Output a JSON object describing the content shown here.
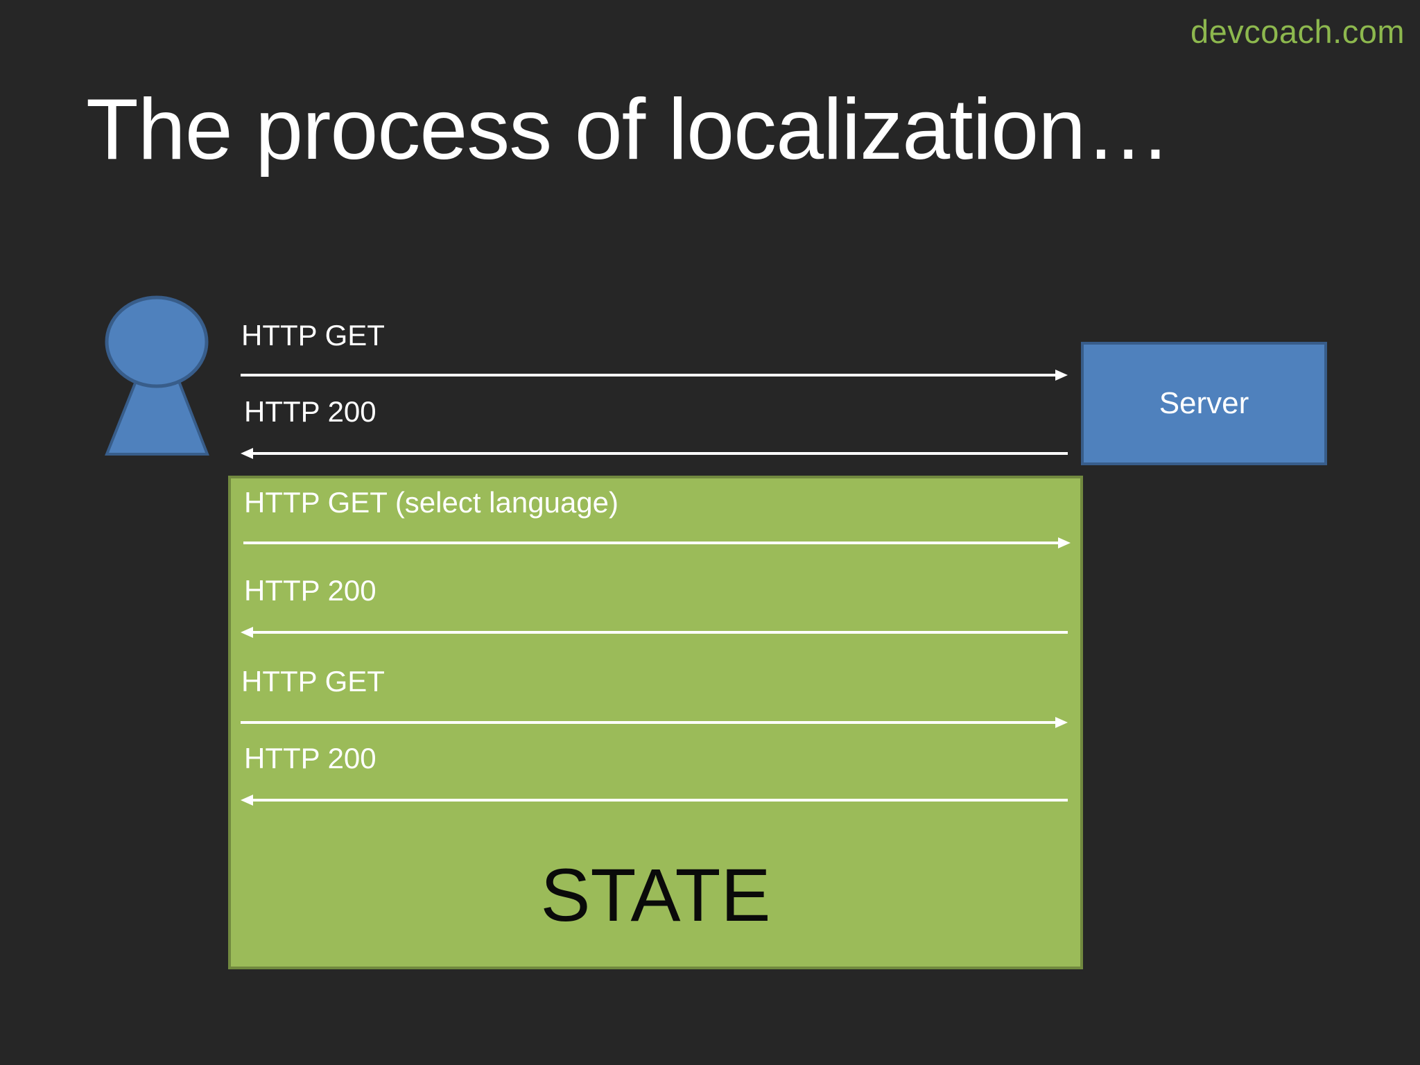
{
  "watermark": "devcoach.com",
  "title": "The process of localization…",
  "server": {
    "label": "Server",
    "fill": "#4F81BD"
  },
  "state": {
    "label": "STATE",
    "fill": "#9BBB59"
  },
  "messages": [
    {
      "label": "HTTP GET",
      "direction": "to-server"
    },
    {
      "label": "HTTP 200",
      "direction": "to-client"
    },
    {
      "label": "HTTP GET (select language)",
      "direction": "to-server"
    },
    {
      "label": "HTTP 200",
      "direction": "to-client"
    },
    {
      "label": "HTTP GET",
      "direction": "to-server"
    },
    {
      "label": "HTTP 200",
      "direction": "to-client"
    }
  ],
  "colors": {
    "background": "#262626",
    "accent": "#8DB84E",
    "arrow": "#ffffff"
  },
  "icons": {
    "client": "user-figure-icon"
  }
}
